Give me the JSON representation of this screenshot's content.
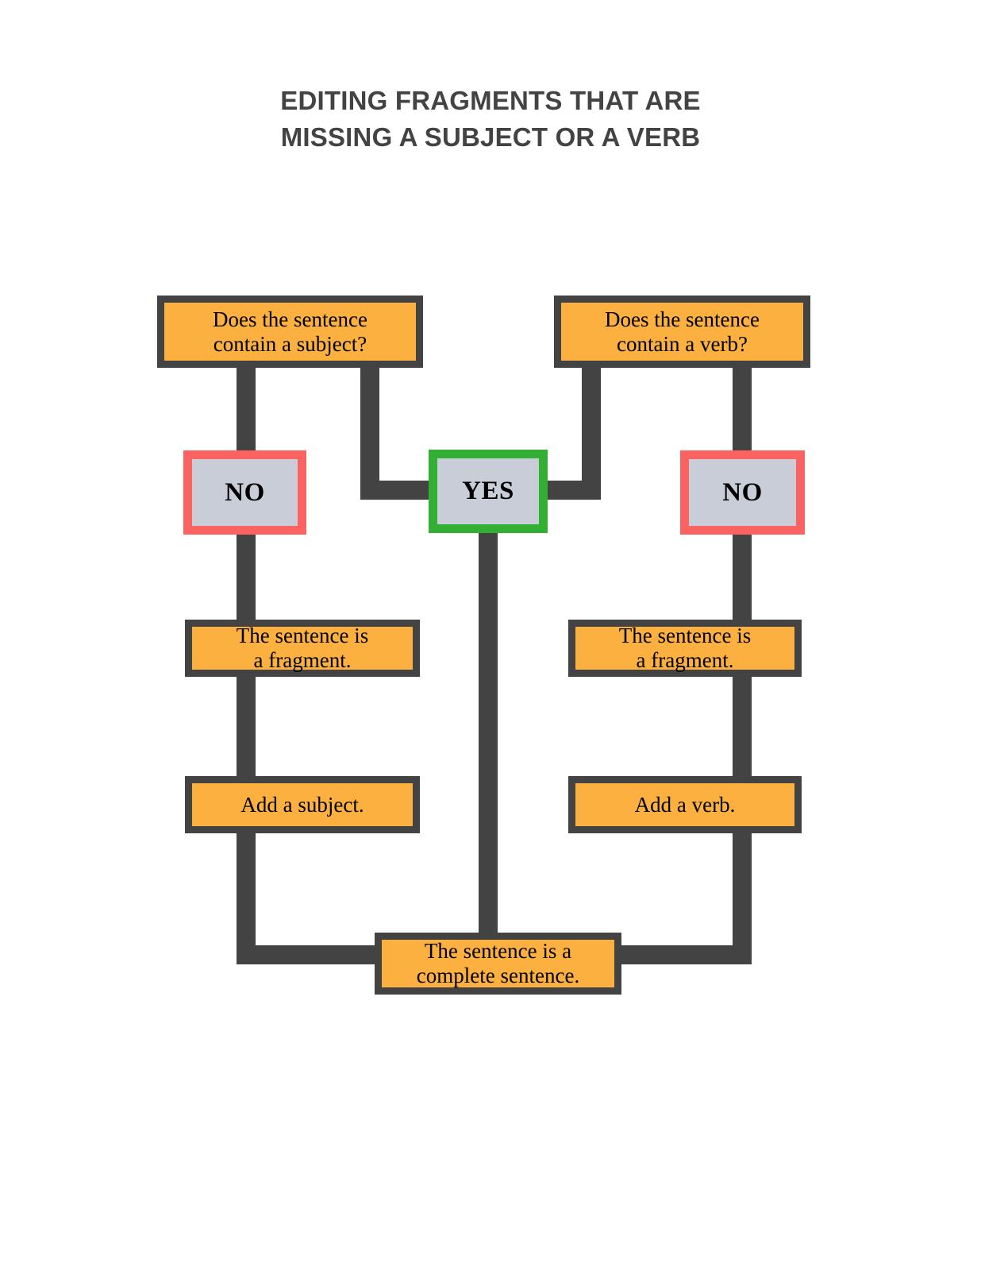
{
  "title": {
    "line1": "EDITING FRAGMENTS THAT ARE",
    "line2": "MISSING A SUBJECT OR A VERB"
  },
  "colors": {
    "box_fill": "#FBB040",
    "box_border": "#434343",
    "chip_fill": "#C8CDD7",
    "chip_no_border": "#FB6363",
    "chip_yes_border": "#33B034",
    "connector": "#434343",
    "title_text": "#434343",
    "page_background": "#FFFFFF"
  },
  "chart_data": {
    "type": "diagram",
    "diagram_kind": "flowchart",
    "title": "EDITING FRAGMENTS THAT ARE MISSING A SUBJECT OR A VERB",
    "nodes": [
      {
        "id": "q-subject",
        "label": "Does the sentence\ncontain a subject?",
        "shape": "rect",
        "style": "orange"
      },
      {
        "id": "q-verb",
        "label": "Does the sentence\ncontain a verb?",
        "shape": "rect",
        "style": "orange"
      },
      {
        "id": "no-left",
        "label": "NO",
        "shape": "rect",
        "style": "chip-no"
      },
      {
        "id": "yes-center",
        "label": "YES",
        "shape": "rect",
        "style": "chip-yes"
      },
      {
        "id": "no-right",
        "label": "NO",
        "shape": "rect",
        "style": "chip-no"
      },
      {
        "id": "frag-left",
        "label": "The sentence is\na fragment.",
        "shape": "rect",
        "style": "orange"
      },
      {
        "id": "frag-right",
        "label": "The sentence is\na fragment.",
        "shape": "rect",
        "style": "orange"
      },
      {
        "id": "add-subject",
        "label": "Add a subject.",
        "shape": "rect",
        "style": "orange"
      },
      {
        "id": "add-verb",
        "label": "Add a verb.",
        "shape": "rect",
        "style": "orange"
      },
      {
        "id": "complete",
        "label": "The sentence is a\ncomplete sentence.",
        "shape": "rect",
        "style": "orange"
      }
    ],
    "edges": [
      {
        "from": "q-subject",
        "to": "no-left"
      },
      {
        "from": "q-subject",
        "to": "yes-center"
      },
      {
        "from": "q-verb",
        "to": "no-right"
      },
      {
        "from": "q-verb",
        "to": "yes-center"
      },
      {
        "from": "no-left",
        "to": "frag-left"
      },
      {
        "from": "no-right",
        "to": "frag-right"
      },
      {
        "from": "frag-left",
        "to": "add-subject"
      },
      {
        "from": "frag-right",
        "to": "add-verb"
      },
      {
        "from": "add-subject",
        "to": "complete"
      },
      {
        "from": "add-verb",
        "to": "complete"
      },
      {
        "from": "yes-center",
        "to": "complete"
      }
    ]
  },
  "nodes": {
    "q_subject": "Does the sentence\ncontain a subject?",
    "q_verb": "Does the sentence\ncontain a verb?",
    "no_left": "NO",
    "yes_center": "YES",
    "no_right": "NO",
    "frag_left": "The sentence is\na fragment.",
    "frag_right": "The sentence is\na fragment.",
    "add_subject": "Add a subject.",
    "add_verb": "Add a verb.",
    "complete": "The sentence is a\ncomplete sentence."
  }
}
